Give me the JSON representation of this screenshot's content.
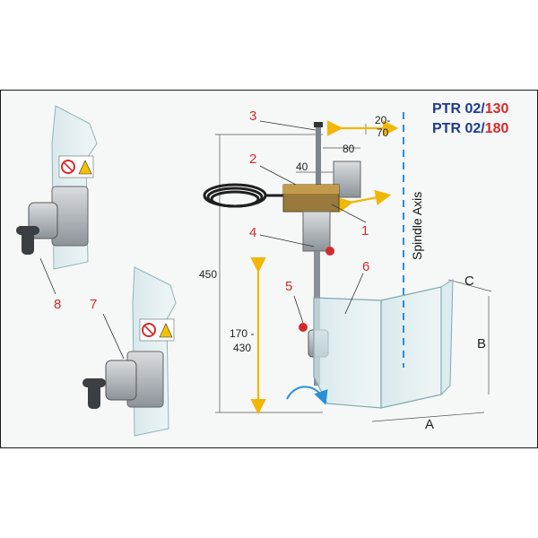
{
  "models": [
    {
      "prefix": "PTR 02/",
      "size": "130"
    },
    {
      "prefix": "PTR 02/",
      "size": "180"
    }
  ],
  "spindle_axis_label": "Spindle Axis",
  "callouts": [
    "1",
    "2",
    "3",
    "4",
    "5",
    "6",
    "7",
    "8"
  ],
  "dimensions": {
    "offset": "20-\n70",
    "offset_line1": "20-",
    "offset_line2": "70",
    "width_80": "80",
    "width_40": "40",
    "height_450": "450",
    "height_range_line1": "170 -",
    "height_range_line2": "430",
    "A": "A",
    "B": "B",
    "C": "C"
  },
  "colors": {
    "model_blue": "#1d3b8f",
    "model_red": "#d42a2a",
    "callout_red": "#d42a2a",
    "spindle_blue": "#2a8fd6",
    "dimension_yellow": "#f2b705"
  }
}
